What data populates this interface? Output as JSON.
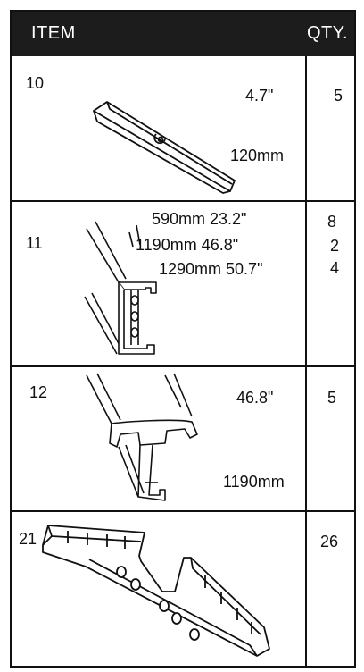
{
  "header": {
    "item_label": "ITEM",
    "qty_label": "QTY."
  },
  "rows": [
    {
      "item": "10",
      "dims": [
        "4.7\"",
        "120mm"
      ],
      "qty": [
        "5"
      ]
    },
    {
      "item": "11",
      "dims": [
        "590mm  23.2\"",
        "1190mm  46.8\"",
        "1290mm  50.7\""
      ],
      "qty": [
        "8",
        "2",
        "4"
      ]
    },
    {
      "item": "12",
      "dims": [
        "46.8\"",
        "1190mm"
      ],
      "qty": [
        "5"
      ]
    },
    {
      "item": "21",
      "dims": [],
      "qty": [
        "26"
      ]
    }
  ]
}
